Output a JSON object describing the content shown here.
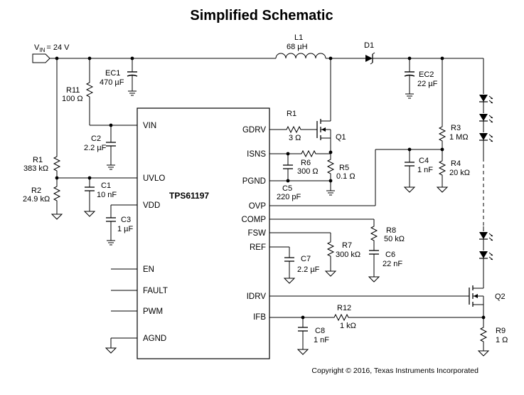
{
  "title": "Simplified Schematic",
  "vin": {
    "label": "V",
    "sub": "IN",
    "value": "= 24 V"
  },
  "chip": {
    "name": "TPS61197",
    "pins_left": [
      "VIN",
      "UVLO",
      "VDD",
      "EN",
      "FAULT",
      "PWM",
      "AGND"
    ],
    "pins_right": [
      "GDRV",
      "ISNS",
      "PGND",
      "OVP",
      "COMP",
      "FSW",
      "REF",
      "IDRV",
      "IFB"
    ]
  },
  "components": {
    "L1": {
      "ref": "L1",
      "value": "68 µH"
    },
    "D1": {
      "ref": "D1"
    },
    "EC1": {
      "ref": "EC1",
      "value": "470 µF"
    },
    "EC2": {
      "ref": "EC2",
      "value": "22 µF"
    },
    "R11": {
      "ref": "R11",
      "value": "100 Ω"
    },
    "C2": {
      "ref": "C2",
      "value": "2.2 µF"
    },
    "R1a": {
      "ref": "R1",
      "value": "383 kΩ"
    },
    "R2": {
      "ref": "R2",
      "value": "24.9 kΩ"
    },
    "C1": {
      "ref": "C1",
      "value": "10 nF"
    },
    "C3": {
      "ref": "C3",
      "value": "1 µF"
    },
    "R1b": {
      "ref": "R1",
      "value": "3 Ω"
    },
    "Q1": {
      "ref": "Q1"
    },
    "R6": {
      "ref": "R6",
      "value": "300 Ω"
    },
    "R5": {
      "ref": "R5",
      "value": "0.1 Ω"
    },
    "C5": {
      "ref": "C5",
      "value": "220 pF"
    },
    "R3": {
      "ref": "R3",
      "value": "1 MΩ"
    },
    "R4": {
      "ref": "R4",
      "value": "20 kΩ"
    },
    "C4": {
      "ref": "C4",
      "value": "1 nF"
    },
    "R8": {
      "ref": "R8",
      "value": "50 kΩ"
    },
    "C6": {
      "ref": "C6",
      "value": "22 nF"
    },
    "R7": {
      "ref": "R7",
      "value": "300 kΩ"
    },
    "C7": {
      "ref": "C7",
      "value": "2.2 µF"
    },
    "Q2": {
      "ref": "Q2"
    },
    "R12": {
      "ref": "R12",
      "value": "1 kΩ"
    },
    "C8": {
      "ref": "C8",
      "value": "1 nF"
    },
    "R9": {
      "ref": "R9",
      "value": "1 Ω"
    }
  },
  "copyright": "Copyright © 2016, Texas Instruments Incorporated"
}
